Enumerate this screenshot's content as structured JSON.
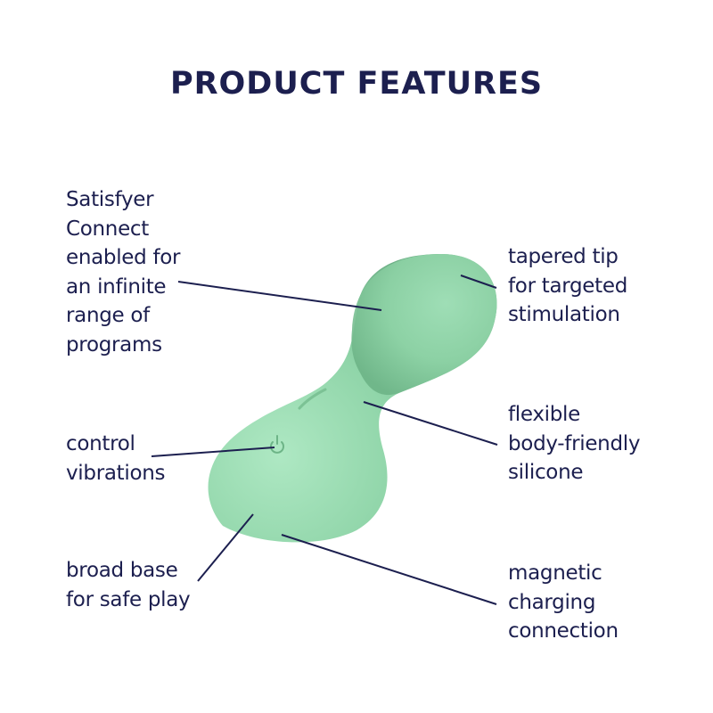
{
  "page": {
    "title": "PRODUCT FEATURES"
  },
  "features": {
    "connect": {
      "lines": [
        "Satisfyer",
        "Connect",
        "enabled for",
        "an infinite",
        "range of",
        "programs"
      ]
    },
    "tip": {
      "lines": [
        "tapered tip",
        "for targeted",
        "stimulation"
      ]
    },
    "control": {
      "lines": [
        "control",
        "vibrations"
      ]
    },
    "silicone": {
      "lines": [
        "flexible",
        "body-friendly",
        "silicone"
      ]
    },
    "base": {
      "lines": [
        "broad base",
        "for safe play"
      ]
    },
    "charging": {
      "lines": [
        "magnetic",
        "charging",
        "connection"
      ]
    }
  },
  "product": {
    "color": "#8fd6a8",
    "shade": "#6fb98a",
    "highlight": "#a8e6bf",
    "icon": "power-icon"
  },
  "colors": {
    "text": "#1c1f4f",
    "leader_line": "#1c1f4f",
    "background": "#ffffff"
  }
}
